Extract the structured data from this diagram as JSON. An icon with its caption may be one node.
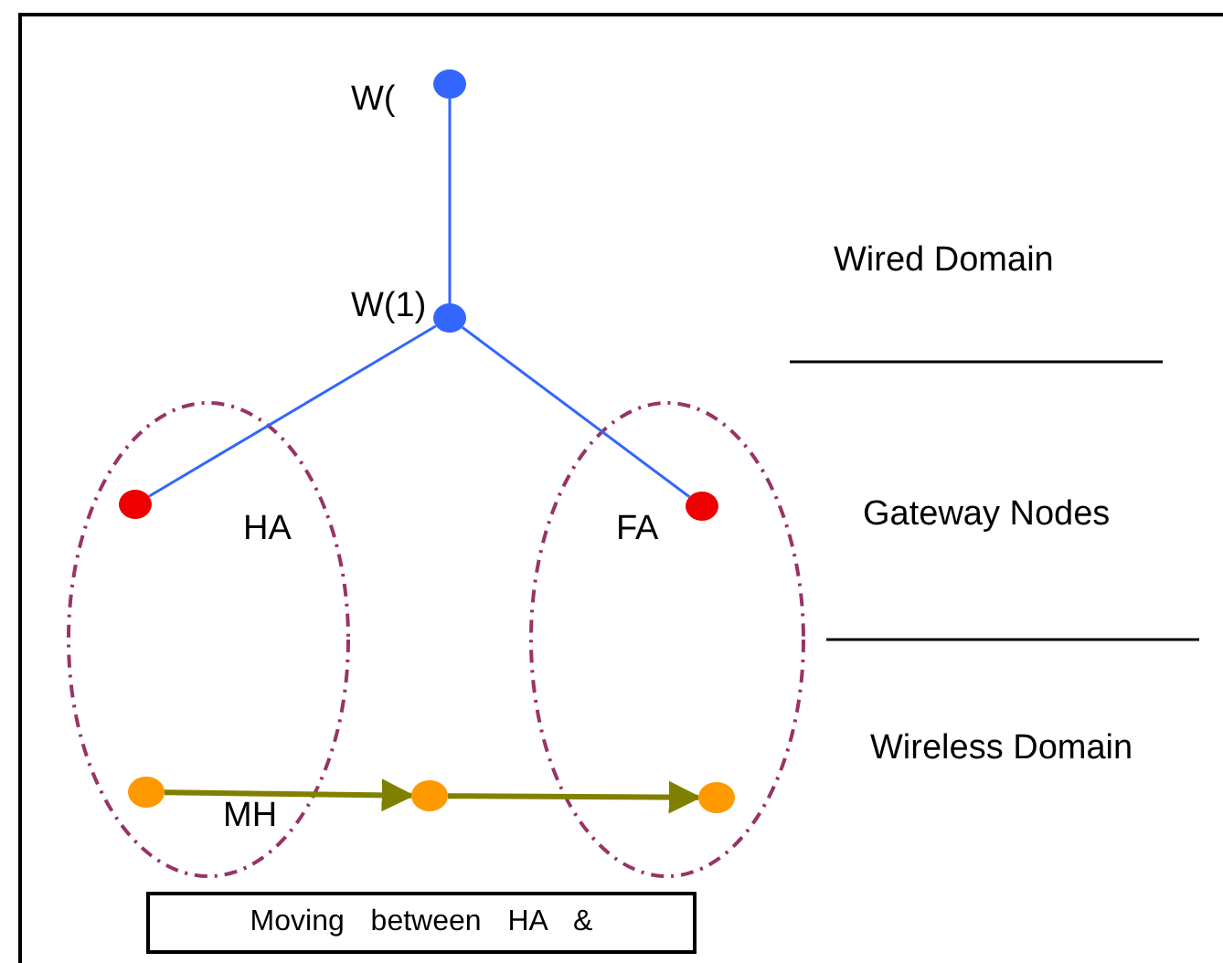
{
  "diagram": {
    "nodes": [
      {
        "text": [],
        "shape": "circle",
        "beside": [
          "W("
        ]
      },
      {
        "text": [],
        "shape": "circle",
        "beside": [
          "W(1)"
        ]
      },
      {
        "text": [],
        "shape": "ellipse"
      },
      {
        "text": [],
        "shape": "circle",
        "beside": [
          "HA"
        ],
        "in": 2
      },
      {
        "text": [],
        "shape": "ellipse"
      },
      {
        "text": [],
        "shape": "circle",
        "beside": [
          "FA"
        ],
        "in": 4
      },
      {
        "text": [],
        "shape": "circle",
        "beside": [
          "MH"
        ],
        "in": 2
      },
      {
        "text": [],
        "shape": "circle"
      },
      {
        "text": [],
        "shape": "circle",
        "in": 4
      },
      {
        "text": [
          "Moving between HA &"
        ]
      }
    ],
    "edges": [
      {
        "from": 0,
        "to": 1,
        "arrow": "none"
      },
      {
        "from": 1,
        "to": 3,
        "arrow": "none"
      },
      {
        "from": 1,
        "to": 5,
        "arrow": "none"
      },
      {
        "from": 6,
        "to": 7,
        "arrow": "to",
        "style": "thick",
        "color": "#808000"
      },
      {
        "from": 7,
        "to": 8,
        "arrow": "to",
        "style": "thick",
        "color": "#808000"
      }
    ],
    "labels": [
      "Wired Domain",
      "Gateway Nodes",
      "Wireless Domain"
    ]
  }
}
